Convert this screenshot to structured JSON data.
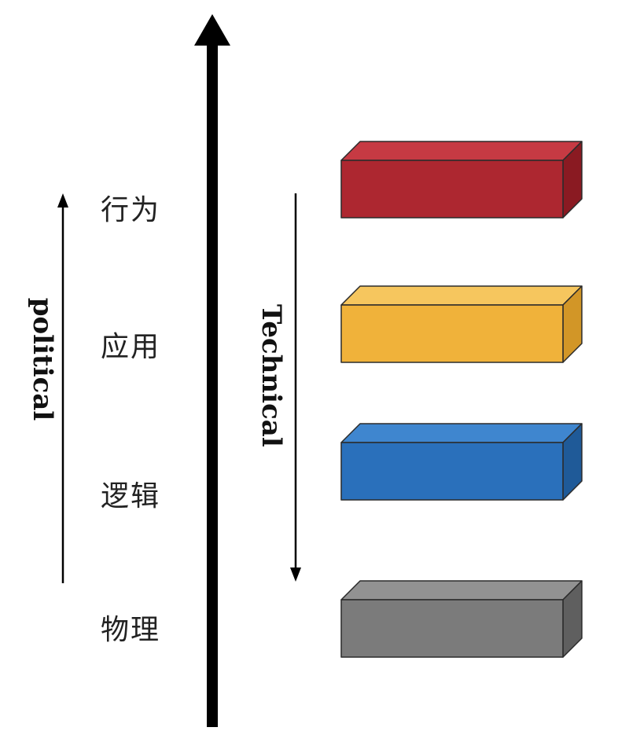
{
  "axes": {
    "left_label": "political",
    "right_label": "Technical"
  },
  "layers": [
    {
      "label": "行为",
      "color": "#ad2730",
      "top_color": "#c63a43",
      "side_color": "#8a1a22"
    },
    {
      "label": "应用",
      "color": "#f0b23a",
      "top_color": "#f6c65e",
      "side_color": "#d29627"
    },
    {
      "label": "逻辑",
      "color": "#2a70bb",
      "top_color": "#3f86cf",
      "side_color": "#1f5a98"
    },
    {
      "label": "物理",
      "color": "#7b7b7b",
      "top_color": "#929292",
      "side_color": "#5f5f5f"
    }
  ]
}
